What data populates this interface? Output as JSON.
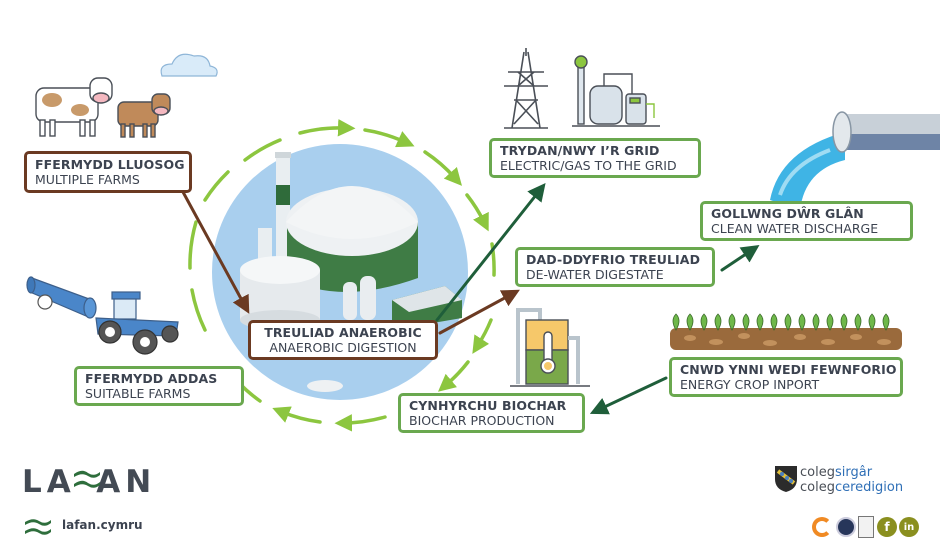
{
  "diagram": {
    "title": "Anaerobic digestion process",
    "colors": {
      "green_border": "#6aa84f",
      "brown_border": "#6b3a22",
      "dark_green_arrow": "#1f5e3a",
      "light_green_cycle": "#8cc63f",
      "center_circle": "#a9cfee",
      "text": "#3c4350"
    },
    "nodes": [
      {
        "id": "multiple-farms",
        "cy": "FFERMYDD LLUOSOG",
        "en": "MULTIPLE FARMS",
        "style": "brown",
        "icon": "cows-icon"
      },
      {
        "id": "grid",
        "cy": "TRYDAN/NWY I’R GRID",
        "en": "ELECTRIC/GAS TO THE GRID",
        "style": "green",
        "icon": "pylon-gas-plant-icon"
      },
      {
        "id": "clean-water",
        "cy": "GOLLWNG DŴR GLÂN",
        "en": "CLEAN WATER DISCHARGE",
        "style": "green",
        "icon": "pipe-water-icon"
      },
      {
        "id": "dewater",
        "cy": "DAD-DDYFRIO TREULIAD",
        "en": "DE-WATER DIGESTATE",
        "style": "green",
        "icon": ""
      },
      {
        "id": "anaerobic",
        "cy": "TREULIAD ANAEROBIC",
        "en": "ANAEROBIC DIGESTION",
        "style": "brown",
        "icon": "biogas-plant-icon"
      },
      {
        "id": "suitable-farms",
        "cy": "FFERMYDD ADDAS",
        "en": "SUITABLE FARMS",
        "style": "green",
        "icon": "tractor-tanker-icon"
      },
      {
        "id": "biochar",
        "cy": "CYNHYRCHU BIOCHAR",
        "en": "BIOCHAR PRODUCTION",
        "style": "green",
        "icon": "reactor-icon"
      },
      {
        "id": "energy-crop",
        "cy": "CNWD YNNI WEDI FEWNFORIO",
        "en": "ENERGY CROP INPORT",
        "style": "green",
        "icon": "crops-soil-icon"
      }
    ],
    "edges": [
      {
        "from": "multiple-farms",
        "to": "anaerobic",
        "color": "brown"
      },
      {
        "from": "anaerobic",
        "to": "grid",
        "color": "dark-green"
      },
      {
        "from": "anaerobic",
        "to": "dewater",
        "color": "brown"
      },
      {
        "from": "dewater",
        "to": "clean-water",
        "color": "dark-green"
      },
      {
        "from": "energy-crop",
        "to": "biochar",
        "color": "dark-green"
      }
    ]
  },
  "footer": {
    "lafan_logo": "LA AN",
    "lafan_url": "lafan.cymru",
    "coleg_line1_a": "coleg",
    "coleg_line1_b": "sirgâr",
    "coleg_line2_a": "coleg",
    "coleg_line2_b": "ceredigion",
    "social": [
      {
        "name": "facebook",
        "glyph": "f"
      },
      {
        "name": "linkedin",
        "glyph": "in"
      }
    ]
  }
}
